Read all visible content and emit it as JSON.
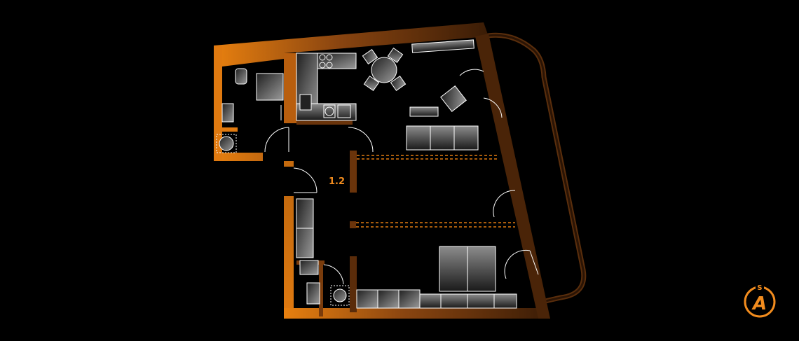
{
  "plan": {
    "room_label": "1.2"
  },
  "logo": {
    "top_letter": "S",
    "main_letter": "A"
  },
  "colors": {
    "background": "#000000",
    "wall_orange": "#e07a10",
    "wall_dark": "#4a2408",
    "line_white": "#ffffff",
    "accent": "#f28c1e"
  },
  "icons": [
    "compass-logo-icon"
  ]
}
